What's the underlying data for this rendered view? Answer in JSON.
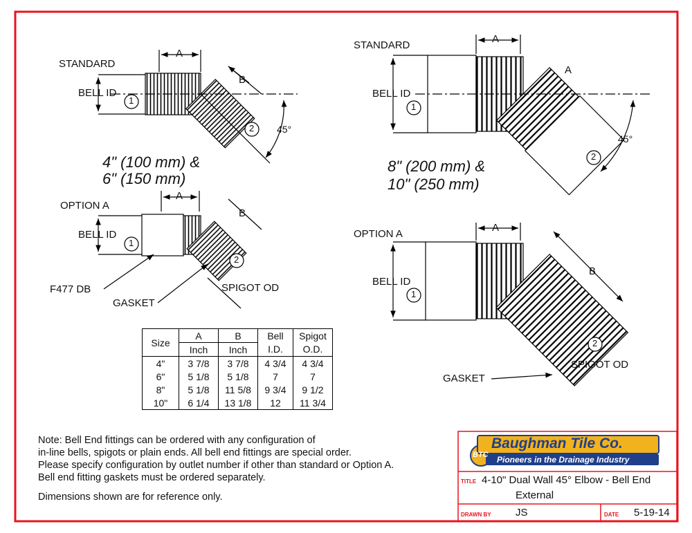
{
  "labels": {
    "std_small": "STANDARD",
    "bellid_small": "BELL ID",
    "std_large": "STANDARD",
    "bellid_large": "BELL ID",
    "opt_small": "OPTION A",
    "bellid_opt_small": "BELL ID",
    "opt_large": "OPTION A",
    "bellid_opt_large": "BELL ID",
    "f477": "F477 DB",
    "gasket_small": "GASKET",
    "gasket_large": "GASKET",
    "spigot_small": "SPIGOT OD",
    "spigot_large": "SPIGOT OD",
    "angle": "45°",
    "dim_a": "A",
    "dim_b": "B",
    "n1": "1",
    "n2": "2"
  },
  "sizes": {
    "small_line1": "4\" (100 mm) &",
    "small_line2": "6\" (150 mm)",
    "large_line1": "8\" (200 mm) &",
    "large_line2": "10\" (250 mm)"
  },
  "table": {
    "h_size": "Size",
    "h_a": "A",
    "h_b": "B",
    "h_bell_1": "Bell",
    "h_bell_2": "I.D.",
    "h_spigot_1": "Spigot",
    "h_spigot_2": "O.D.",
    "unit_a": "Inch",
    "unit_b": "Inch",
    "rows": [
      {
        "size": "4\"",
        "a": "3 7/8",
        "b": "3 7/8",
        "bell": "4 3/4",
        "spigot": "4 3/4"
      },
      {
        "size": "6\"",
        "a": "5 1/8",
        "b": "5 1/8",
        "bell": "7",
        "spigot": "7"
      },
      {
        "size": "8\"",
        "a": "5 1/8",
        "b": "11 5/8",
        "bell": "9 3/4",
        "spigot": "9 1/2"
      },
      {
        "size": "10\"",
        "a": "6 1/4",
        "b": "13 1/8",
        "bell": "12",
        "spigot": "11 3/4"
      }
    ]
  },
  "notes": {
    "line1": "Note: Bell End fittings can be ordered with any configuration of",
    "line2": "in-line bells, spigots or plain ends.  All bell end fittings are special order.",
    "line3": "Please specify configuration by outlet number if other than standard or Option A.",
    "line4": "Bell end fitting gaskets must be ordered separately.",
    "line5": "Dimensions shown are for reference only."
  },
  "titleblock": {
    "company": "Baughman Tile Co.",
    "tagline": "Pioneers in the Drainage Industry",
    "logo": "BTC",
    "title_tag": "TITLE",
    "title_line1": "4-10\" Dual Wall 45° Elbow - Bell End",
    "title_line2": "External",
    "drawn_tag": "DRAWN BY",
    "drawn_by": "JS",
    "date_tag": "DATE",
    "date": "5-19-14"
  },
  "colors": {
    "border": "#e8141c",
    "logo_gold": "#f2b21d",
    "logo_navy": "#1f3f8a"
  }
}
